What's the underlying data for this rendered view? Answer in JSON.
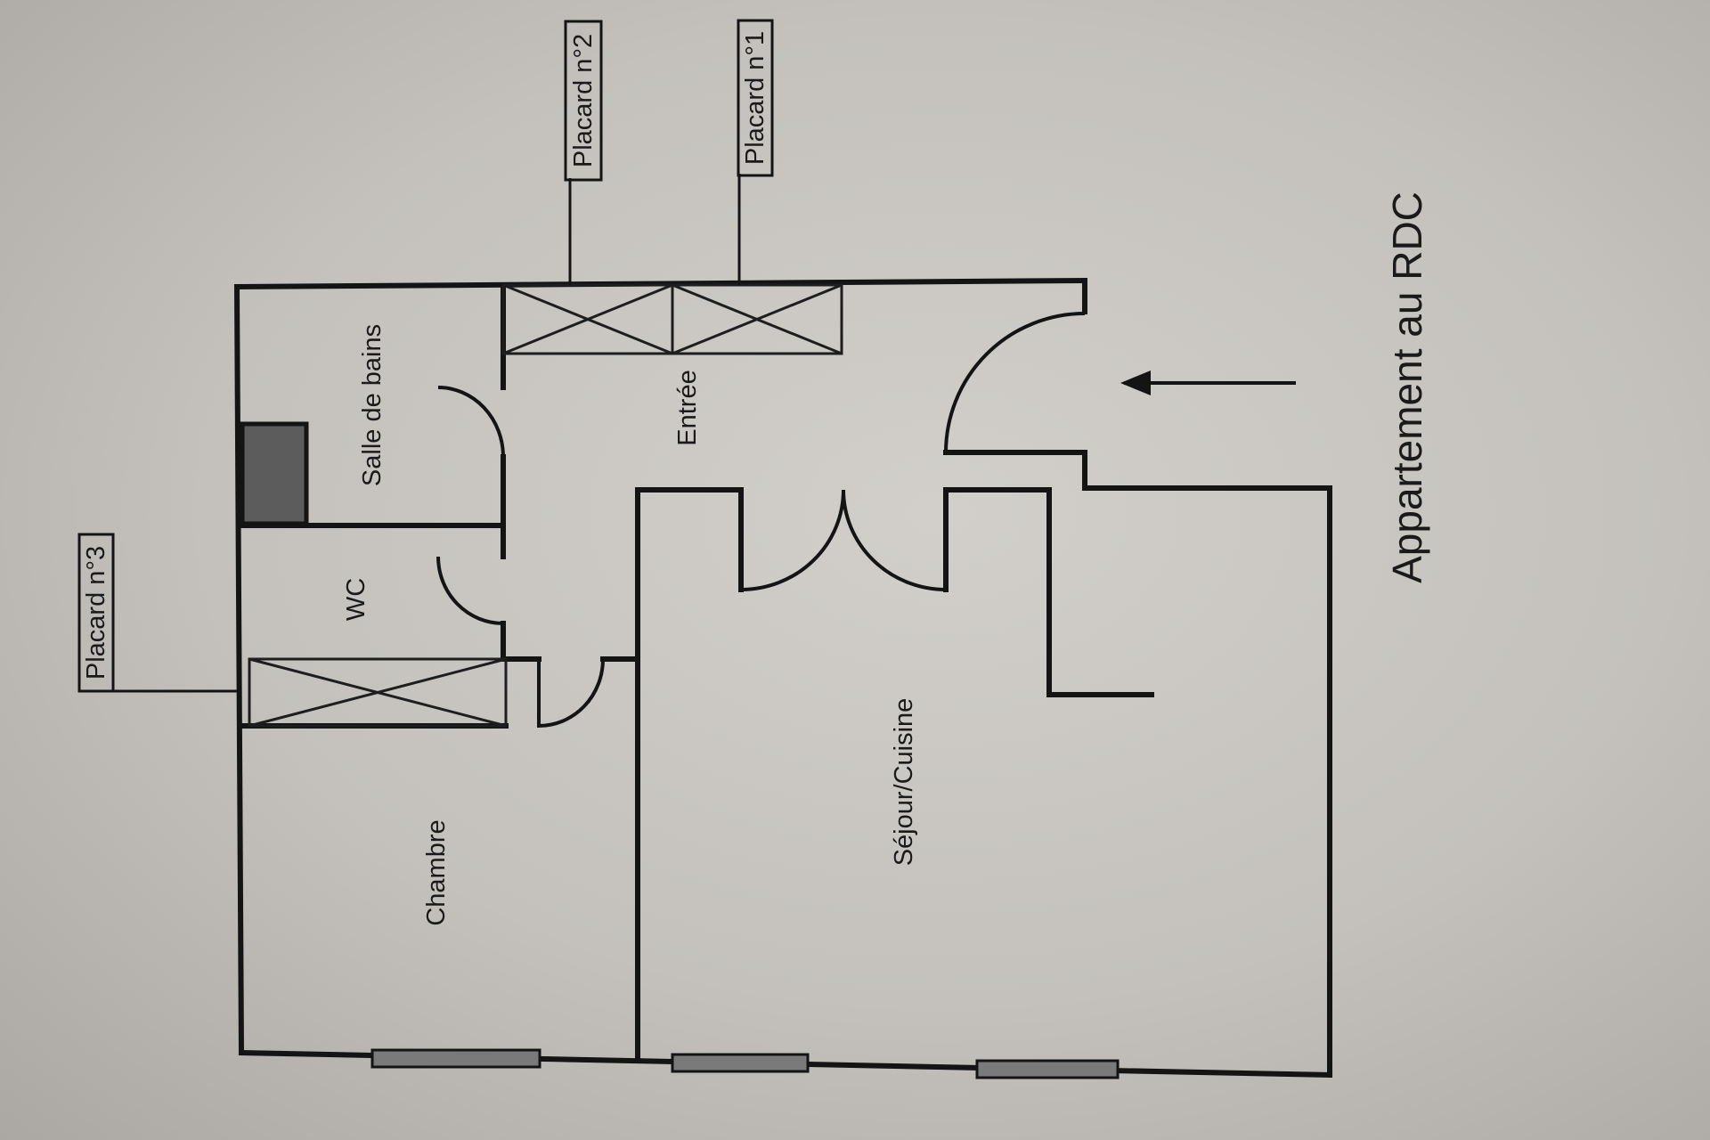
{
  "title": "Appartement au RDC",
  "rooms": {
    "salle_de_bains": "Salle de bains",
    "entree": "Entrée",
    "wc": "WC",
    "chambre": "Chambre",
    "sejour_cuisine": "Séjour/Cuisine"
  },
  "closets": {
    "placard_1": "Placard n°1",
    "placard_2": "Placard n°2",
    "placard_3": "Placard n°3"
  },
  "colors": {
    "wall": "#141414",
    "paper": "#cfccc8",
    "window_fill": "#7a7a7a",
    "block_fill": "#5c5c5c"
  }
}
